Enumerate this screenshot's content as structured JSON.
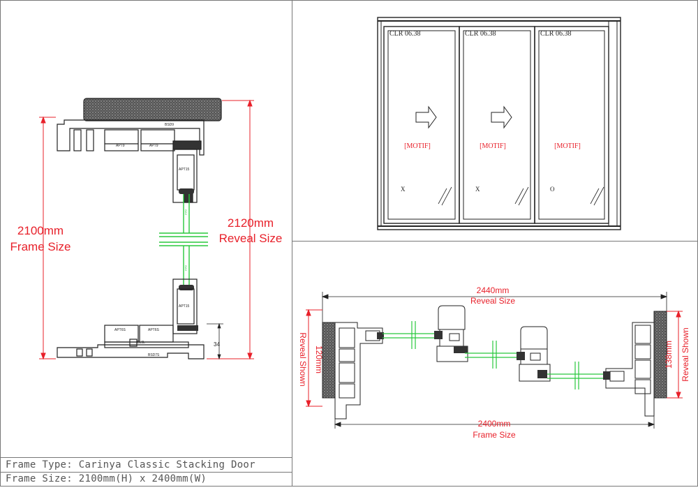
{
  "section": {
    "left_dimension": {
      "value": "2100mm",
      "label": "Frame Size"
    },
    "right_dimension": {
      "value": "2120mm",
      "label": "Reveal Size"
    },
    "bottom_dimension": "34",
    "part_labels": {
      "head": "BSD9",
      "adaptor_1": "APT9",
      "adaptor_2": "APT9",
      "interlock_top": "APT15",
      "interlock_bottom": "APT15",
      "sill_adaptor_1": "APT6S",
      "sill_adaptor_2": "APT6S",
      "sill": "BSD7S",
      "track": "CL9L",
      "glass_top": "GA3",
      "glass_bottom": "GA3"
    }
  },
  "elevation": {
    "panels": [
      {
        "clr": "CLR 06.38",
        "motif": "[MOTIF]",
        "mark": "X",
        "arrow": true
      },
      {
        "clr": "CLR 06.38",
        "motif": "[MOTIF]",
        "mark": "X",
        "arrow": true
      },
      {
        "clr": "CLR 06.38",
        "motif": "[MOTIF]",
        "mark": "O",
        "arrow": false
      }
    ]
  },
  "plan": {
    "top_dimension": {
      "value": "2440mm",
      "label": "Reveal Size"
    },
    "bottom_dimension": {
      "value": "2400mm",
      "label": "Frame Size"
    },
    "left_side": {
      "value": "120mm",
      "label": "Reveal Shown"
    },
    "right_side": {
      "value": "138mm",
      "label": "Reveal Shown"
    }
  },
  "title_block": {
    "frame_type": "Frame Type: Carinya Classic Stacking Door",
    "frame_size": "Frame Size: 2100mm(H) x 2400mm(W)"
  },
  "colors": {
    "dimension": "#e8202a",
    "glass": "#28c83c",
    "line": "#222222"
  }
}
